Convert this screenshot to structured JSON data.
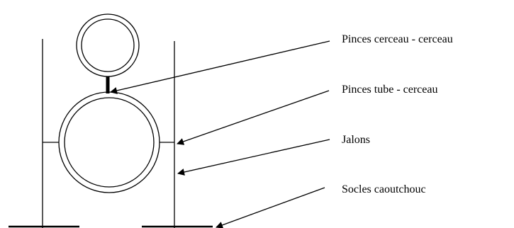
{
  "diagram": {
    "labels": [
      {
        "text": "Pinces cerceau - cerceau"
      },
      {
        "text": "Pinces tube - cerceau"
      },
      {
        "text": "Jalons"
      },
      {
        "text": "Socles caoutchouc"
      }
    ]
  },
  "colors": {
    "stroke": "#000000",
    "background": "#ffffff"
  }
}
